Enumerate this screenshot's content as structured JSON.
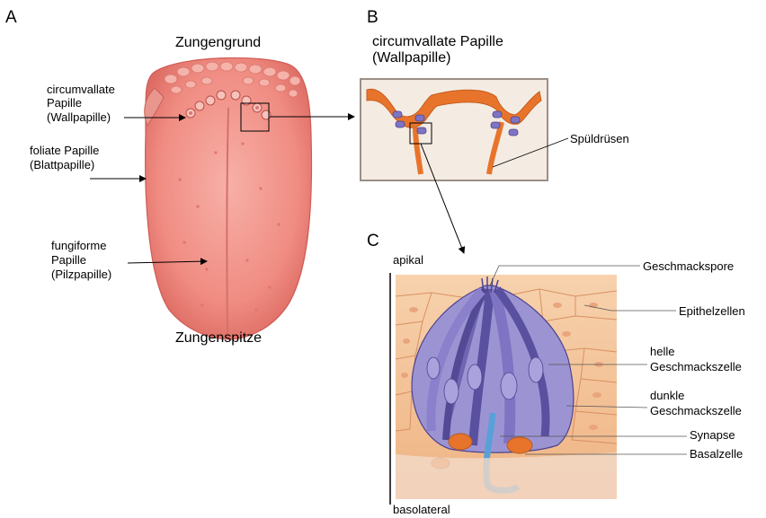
{
  "panels": {
    "a": "A",
    "b": "B",
    "c": "C"
  },
  "panel_a": {
    "top_label": "Zungengrund",
    "bottom_label": "Zungenspitze",
    "circumvallate": [
      "circumvallate",
      "Papille",
      "(Wallpapille)"
    ],
    "foliate": [
      "foliate Papille",
      "(Blattpapille)"
    ],
    "fungiform": [
      "fungiforme",
      "Papille",
      "(Pilzpapille)"
    ]
  },
  "panel_b": {
    "title": [
      "circumvallate Papille",
      "(Wallpapille)"
    ],
    "gland": "Spüldrüsen"
  },
  "panel_c": {
    "apical": "apikal",
    "basolateral": "basolateral",
    "labels": {
      "pore": "Geschmackspore",
      "epithelial": "Epithelzellen",
      "light_cell": [
        "helle",
        "Geschmackszelle"
      ],
      "dark_cell": [
        "dunkle",
        "Geschmackszelle"
      ],
      "synapse": "Synapse",
      "basal": "Basalzelle"
    }
  },
  "colors": {
    "tongue": "#f28b82",
    "tongue_edge": "#d9605a",
    "epithelium": "#f4c59a",
    "tissue_orange": "#e8742c",
    "taste_cell": "#8f86c9",
    "taste_cell_dark": "#5c52a3",
    "nerve": "#5aa0d8"
  }
}
